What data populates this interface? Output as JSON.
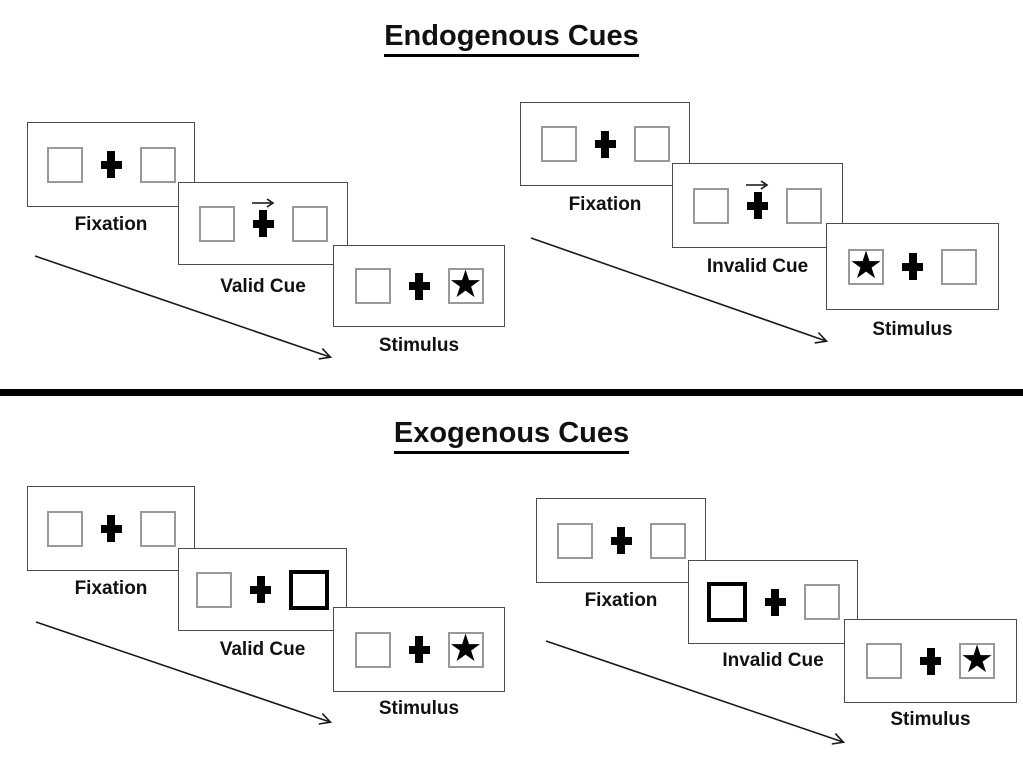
{
  "titles": {
    "endogenous": "Endogenous Cues",
    "exogenous": "Exogenous Cues"
  },
  "glyphs": {
    "star": "★"
  },
  "trials": {
    "endogenous_valid": {
      "steps": [
        {
          "label": "Fixation",
          "left_box": "empty",
          "right_box": "empty",
          "cue": "none"
        },
        {
          "label": "Valid Cue",
          "left_box": "empty",
          "right_box": "empty",
          "cue": "central-arrow-pointing-right"
        },
        {
          "label": "Stimulus",
          "left_box": "empty",
          "right_box": "star",
          "cue": "none"
        }
      ]
    },
    "endogenous_invalid": {
      "steps": [
        {
          "label": "Fixation",
          "left_box": "empty",
          "right_box": "empty",
          "cue": "none"
        },
        {
          "label": "Invalid Cue",
          "left_box": "empty",
          "right_box": "empty",
          "cue": "central-arrow-pointing-right"
        },
        {
          "label": "Stimulus",
          "left_box": "star",
          "right_box": "empty",
          "cue": "none"
        }
      ]
    },
    "exogenous_valid": {
      "steps": [
        {
          "label": "Fixation",
          "left_box": "empty",
          "right_box": "empty",
          "cue": "none"
        },
        {
          "label": "Valid Cue",
          "left_box": "empty",
          "right_box": "empty",
          "cue": "right-box-highlighted-bold"
        },
        {
          "label": "Stimulus",
          "left_box": "empty",
          "right_box": "star",
          "cue": "none"
        }
      ]
    },
    "exogenous_invalid": {
      "steps": [
        {
          "label": "Fixation",
          "left_box": "empty",
          "right_box": "empty",
          "cue": "none"
        },
        {
          "label": "Invalid Cue",
          "left_box": "empty",
          "right_box": "empty",
          "cue": "left-box-highlighted-bold"
        },
        {
          "label": "Stimulus",
          "left_box": "empty",
          "right_box": "star",
          "cue": "none"
        }
      ]
    }
  },
  "colors": {
    "panel_border": "#4c4c4c",
    "box_border": "#999999",
    "bold_box_border": "#000000",
    "ink": "#111111",
    "background": "#ffffff"
  }
}
